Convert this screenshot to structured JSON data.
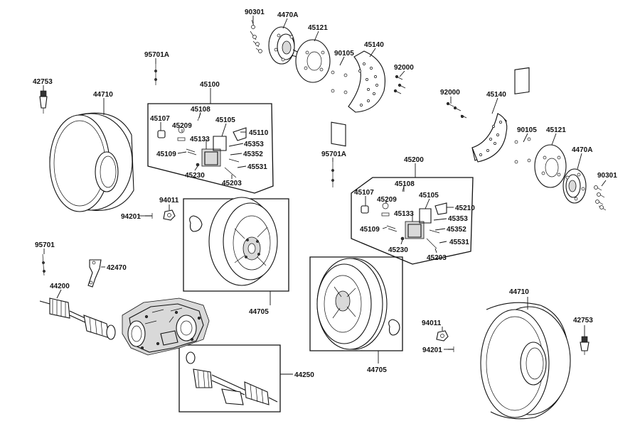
{
  "labels": {
    "p90301a": "90301",
    "p4470Aa": "4470A",
    "p45121a": "45121",
    "p90105a": "90105",
    "p45140a": "45140",
    "p92000a": "92000",
    "p95701Aa": "95701A",
    "p42753a": "42753",
    "p44710a": "44710",
    "p45100": "45100",
    "p45107a": "45107",
    "p45108a": "45108",
    "p45105a": "45105",
    "p45209a": "45209",
    "p45110": "45110",
    "p45133a": "45133",
    "p45353a": "45353",
    "p45109a": "45109",
    "p45352a": "45352",
    "p45531a": "45531",
    "p45230a": "45230",
    "p45203a": "45203",
    "p94011a": "94011",
    "p94201a": "94201",
    "p92000b": "92000",
    "p45140b": "45140",
    "p90105b": "90105",
    "p45121b": "45121",
    "p4470Ab": "4470A",
    "p90301b": "90301",
    "p95701Ab": "95701A",
    "p45200": "45200",
    "p45108b": "45108",
    "p45107b": "45107",
    "p45209b": "45209",
    "p45105b": "45105",
    "p45210": "45210",
    "p45133b": "45133",
    "p45353b": "45353",
    "p45109b": "45109",
    "p45352b": "45352",
    "p45531b": "45531",
    "p45230b": "45230",
    "p45203b": "45203",
    "p95701": "95701",
    "p42470": "42470",
    "p44200": "44200",
    "p44705a": "44705",
    "p44705b": "44705",
    "p44250": "44250",
    "p94011b": "94011",
    "p94201b": "94201",
    "p44710b": "44710",
    "p42753b": "42753"
  }
}
